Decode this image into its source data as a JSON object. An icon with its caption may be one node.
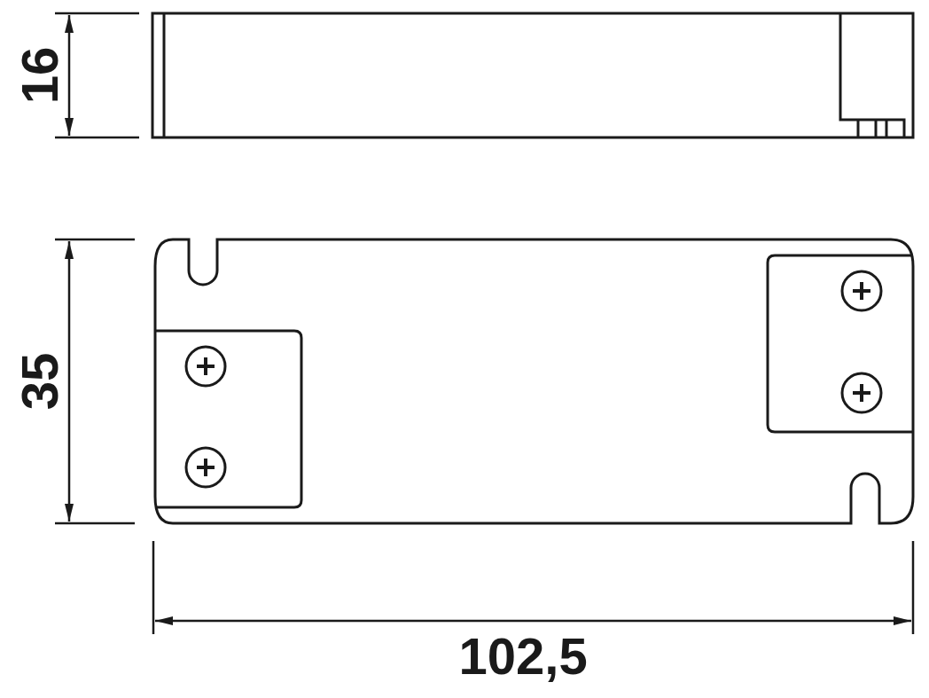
{
  "diagram": {
    "labels": [
      "16",
      "35",
      "102,5"
    ]
  }
}
